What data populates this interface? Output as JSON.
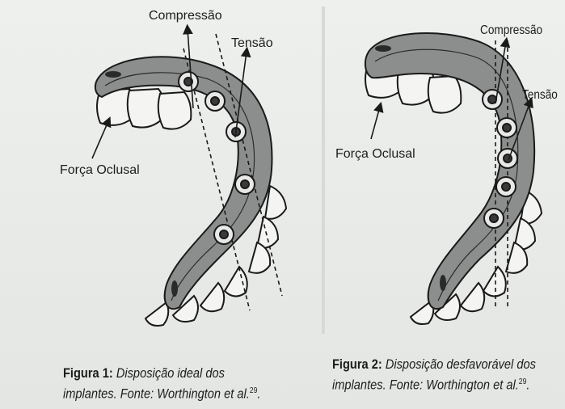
{
  "figure1": {
    "labels": {
      "compression": "Compressão",
      "tension": "Tensão",
      "occlusal_force": "Força Oclusal"
    },
    "caption": {
      "label": "Figura 1:",
      "text_line1": "Disposição ideal dos",
      "text_line2": "implantes. Fonte: Worthington et al.",
      "ref": "29",
      "end": "."
    },
    "implant_count": 5
  },
  "figure2": {
    "labels": {
      "compression": "Compressão",
      "tension": "Tensão",
      "occlusal_force": "Força Oclusal"
    },
    "caption": {
      "label": "Figura 2:",
      "text_line1": "Disposição desfavorável dos",
      "text_line2": "implantes. Fonte: Worthington et al.",
      "ref": "29",
      "end": "."
    },
    "implant_count": 5
  },
  "colors": {
    "bar_fill": "#8c8e8d",
    "line": "#1a1a1a",
    "tooth_fill": "#f4f4f2"
  }
}
